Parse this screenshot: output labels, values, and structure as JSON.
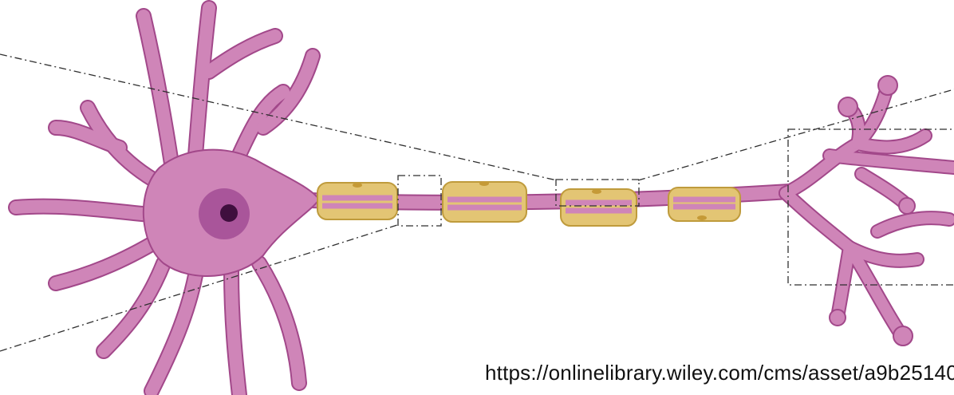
{
  "diagram": {
    "subject": "neuron",
    "colors": {
      "membrane": "#cf85b8",
      "membrane_stroke": "#a2488a",
      "nucleus_outer": "#a9559a",
      "nucleus_inner": "#3f0f3e",
      "myelin": "#e3c574",
      "myelin_stroke": "#bf9b3c",
      "myelin_dot": "#c59a37",
      "guide_line": "#2f2f2f"
    },
    "myelin_sheath_count": 4,
    "zoom_boxes": [
      "node-of-ranvier",
      "axon-segment",
      "axon-terminal"
    ]
  },
  "caption": {
    "text": "https://onlinelibrary.wiley.com/cms/asset/a9b25140"
  }
}
